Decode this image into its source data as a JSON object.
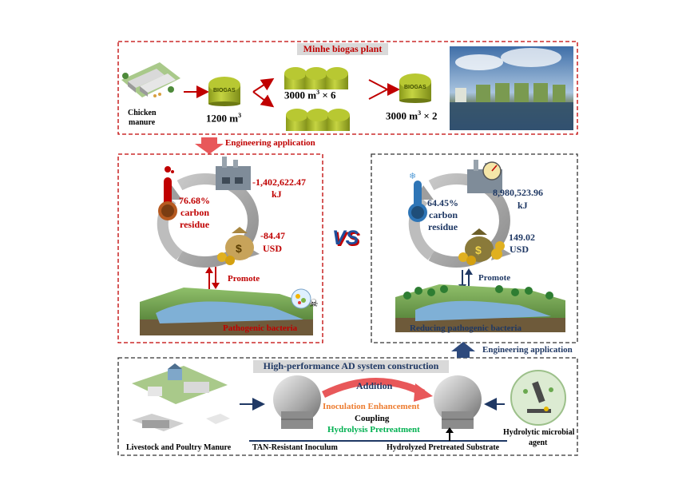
{
  "top_panel": {
    "title": "Minhe biogas plant",
    "chicken_label_1": "Chicken",
    "chicken_label_2": "manure",
    "tank_1200": "1200 m",
    "tank_3000x6": "3000 m",
    "tank_3000x6_suffix": " × 6",
    "tank_3000x2": "3000 m",
    "tank_3000x2_suffix": " × 2",
    "superscript": "3",
    "tank_text": "BIOGAS"
  },
  "engineering_application_top": "Engineering application",
  "left_panel": {
    "energy": "-1,402,622.47",
    "energy_unit": "kJ",
    "carbon_pct": "76.68%",
    "carbon_word": "carbon",
    "residue_word": "residue",
    "cost": "-84.47",
    "cost_unit": "USD",
    "promote": "Promote",
    "pathogen": "Pathogenic bacteria"
  },
  "vs": "VS",
  "right_panel": {
    "energy": "8,980,523.96",
    "energy_unit": "kJ",
    "carbon_pct": "64.45%",
    "carbon_word": "carbon",
    "residue_word": "residue",
    "cost": "149.02",
    "cost_unit": "USD",
    "promote": "Promote",
    "pathogen": "Reducing pathogenic bacteria"
  },
  "engineering_application_bottom": "Engineering application",
  "bottom_panel": {
    "title": "High-performance AD system construction",
    "livestock": "Livestock and Poultry Manure",
    "tan_inoculum": "TAN-Resistant Inoculum",
    "hydrolyzed": "Hydrolyzed Pretreated Substrate",
    "addition": "Addition",
    "inoculation": "Inoculation Enhancement",
    "coupling": "Coupling",
    "hydrolysis": "Hydrolysis Pretreatment",
    "agent_1": "Hydrolytic microbial",
    "agent_2": "agent"
  },
  "colors": {
    "red": "#c00000",
    "navy": "#1f3864",
    "orange": "#ed7d31",
    "green": "#00b050",
    "title_bg": "#d9d9d9",
    "tank": "#b8c832"
  }
}
